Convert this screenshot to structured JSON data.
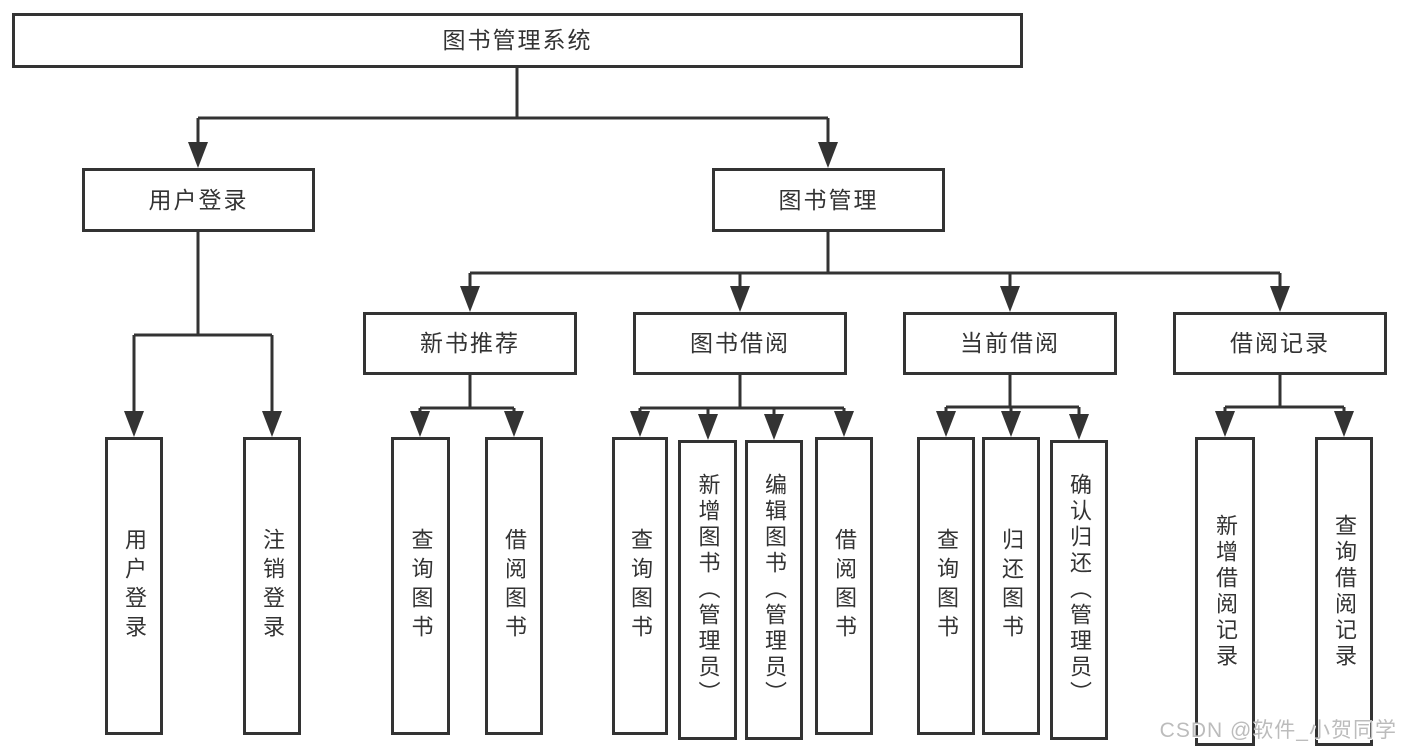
{
  "diagram": {
    "title": "图书管理系统",
    "nodes": {
      "root": "图书管理系统",
      "user_login": "用户登录",
      "book_mgmt": "图书管理",
      "new_book_rec": "新书推荐",
      "book_borrow": "图书借阅",
      "current_borrow": "当前借阅",
      "borrow_records": "借阅记录",
      "leaf_user_login": "用户登录",
      "leaf_logout": "注销登录",
      "rec_query_book": "查询图书",
      "rec_borrow_book": "借阅图书",
      "bb_query_book": "查询图书",
      "bb_add_book": "新增图书（管理员）",
      "bb_edit_book": "编辑图书（管理员）",
      "bb_borrow_book": "借阅图书",
      "cb_query_book": "查询图书",
      "cb_return_book": "归还图书",
      "cb_confirm_return": "确认归还（管理员）",
      "br_add_record": "新增借阅记录",
      "br_query_record": "查询借阅记录"
    },
    "colors": {
      "line": "#333333",
      "border": "#333333",
      "text": "#333333",
      "background": "#ffffff",
      "watermark": "#bcbcbc"
    }
  },
  "watermark": {
    "text": "CSDN @软件_小贺同学"
  }
}
